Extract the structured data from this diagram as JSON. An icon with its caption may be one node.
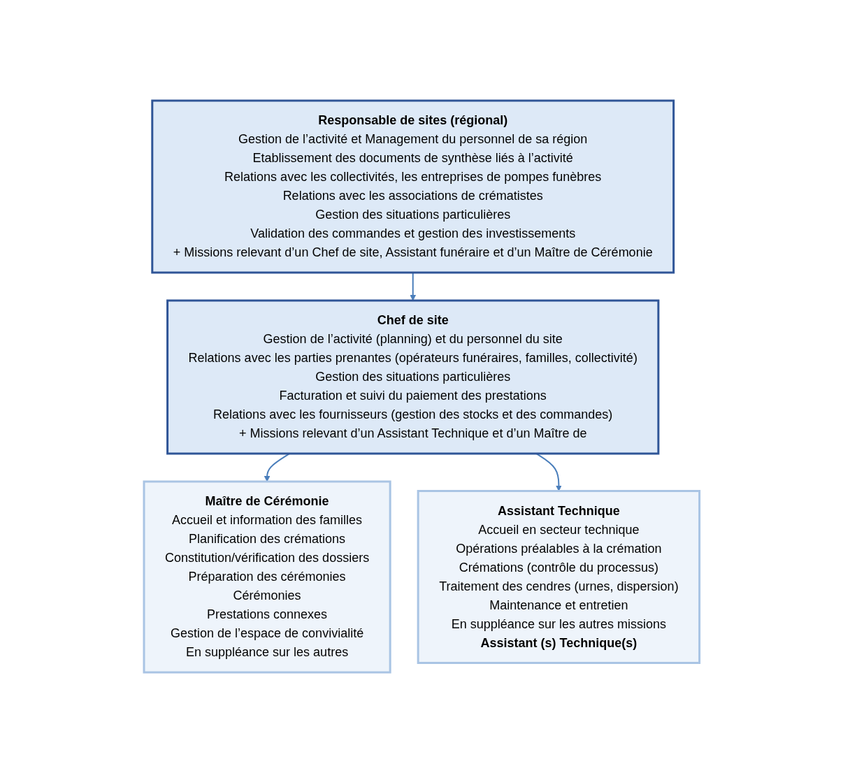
{
  "diagram": {
    "nodes": [
      {
        "text": [
          "Responsable de sites (régional)",
          "Gestion de l’activité et Management du personnel de sa région",
          "Etablissement des documents de synthèse liés à l’activité",
          "Relations avec les collectivités, les entreprises de pompes funèbres",
          "Relations avec les associations de crématistes",
          "Gestion des situations particulières",
          "Validation des commandes et gestion des investissements",
          "+ Missions relevant d’un Chef de site, Assistant funéraire et d’un Maître de Cérémonie"
        ]
      },
      {
        "text": [
          "Chef de site",
          "Gestion de l’activité (planning) et du personnel du site",
          "Relations avec les parties prenantes (opérateurs funéraires, familles, collectivité)",
          "Gestion des situations particulières",
          "Facturation et suivi du paiement des prestations",
          "Relations avec les fournisseurs (gestion des stocks et des commandes)",
          "+ Missions relevant d’un Assistant Technique et d’un Maître de"
        ]
      },
      {
        "text": [
          "Maître de Cérémonie",
          "Accueil et information des familles",
          "Planification des crémations",
          "Constitution/vérification des dossiers",
          "Préparation des cérémonies",
          "Cérémonies",
          "Prestations connexes",
          "Gestion de l’espace de convivialité",
          "En suppléance sur les autres"
        ]
      },
      {
        "text": [
          "Assistant Technique",
          "Accueil en secteur technique",
          "Opérations préalables à la crémation",
          "Crémations (contrôle du processus)",
          "Traitement des cendres (urnes, dispersion)",
          "Maintenance et entretien",
          "En suppléance sur les autres missions",
          "Assistant (s) Technique(s)"
        ]
      }
    ],
    "edges": [
      {
        "from": 0,
        "to": 1,
        "arrow": "to"
      },
      {
        "from": 1,
        "to": 2,
        "arrow": "to"
      },
      {
        "from": 1,
        "to": 3,
        "arrow": "to"
      }
    ]
  }
}
